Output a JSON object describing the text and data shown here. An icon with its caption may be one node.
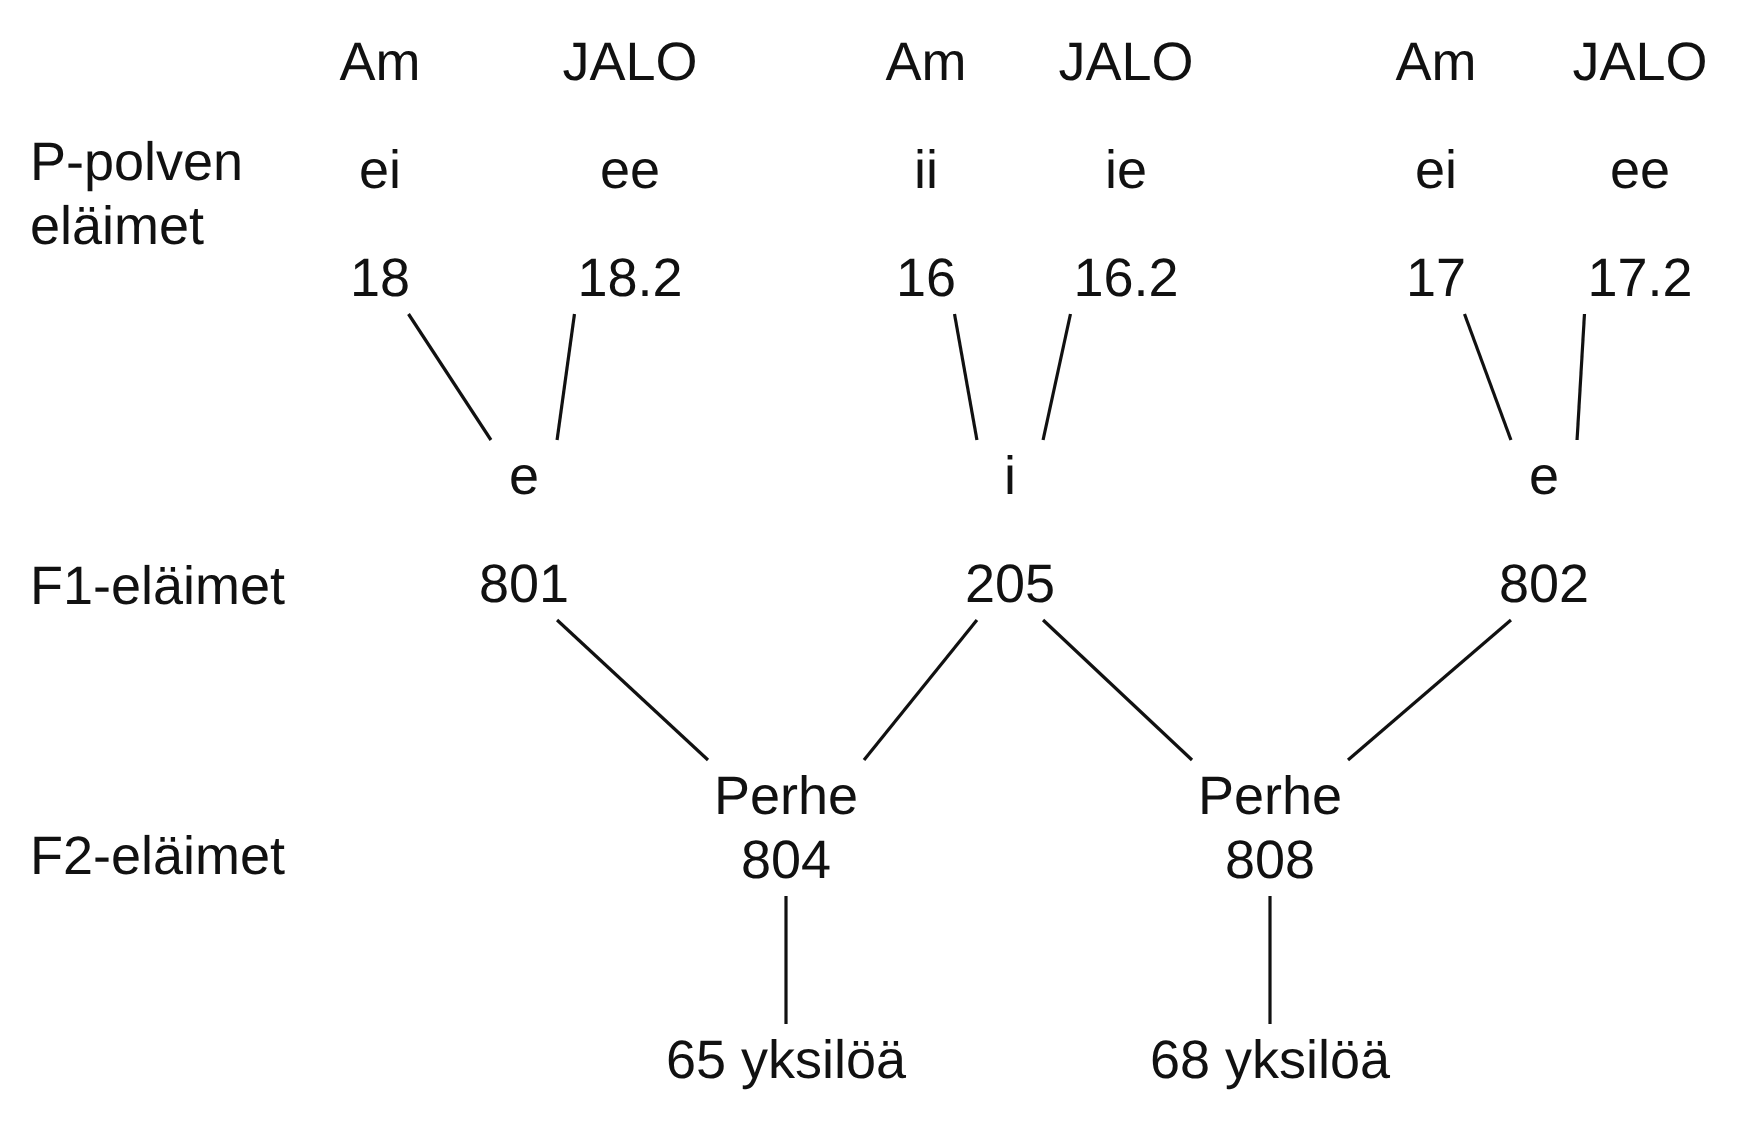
{
  "diagram": {
    "nodes": [
      {
        "text": [
          "Am",
          "ei",
          "18"
        ]
      },
      {
        "text": [
          "JALO",
          "ee",
          "18.2"
        ]
      },
      {
        "text": [
          "Am",
          "ii",
          "16"
        ]
      },
      {
        "text": [
          "JALO",
          "ie",
          "16.2"
        ]
      },
      {
        "text": [
          "Am",
          "ei",
          "17"
        ]
      },
      {
        "text": [
          "JALO",
          "ee",
          "17.2"
        ]
      },
      {
        "text": [
          "e",
          "801"
        ]
      },
      {
        "text": [
          "i",
          "205"
        ]
      },
      {
        "text": [
          "e",
          "802"
        ]
      },
      {
        "text": [
          "Perhe 804"
        ]
      },
      {
        "text": [
          "Perhe 808"
        ]
      },
      {
        "text": [
          "65 yksilöä"
        ]
      },
      {
        "text": [
          "68 yksilöä"
        ]
      }
    ],
    "edges": [
      {
        "from": 0,
        "to": 6,
        "arrow": "none"
      },
      {
        "from": 1,
        "to": 6,
        "arrow": "none"
      },
      {
        "from": 2,
        "to": 7,
        "arrow": "none"
      },
      {
        "from": 3,
        "to": 7,
        "arrow": "none"
      },
      {
        "from": 4,
        "to": 8,
        "arrow": "none"
      },
      {
        "from": 5,
        "to": 8,
        "arrow": "none"
      },
      {
        "from": 6,
        "to": 9,
        "arrow": "none"
      },
      {
        "from": 7,
        "to": 9,
        "arrow": "none"
      },
      {
        "from": 7,
        "to": 10,
        "arrow": "none"
      },
      {
        "from": 8,
        "to": 10,
        "arrow": "none"
      },
      {
        "from": 9,
        "to": 11,
        "arrow": "none"
      },
      {
        "from": 10,
        "to": 12,
        "arrow": "none"
      }
    ],
    "labels": [
      "P-polven eläimet",
      "F1-eläimet",
      "F2-eläimet"
    ]
  }
}
